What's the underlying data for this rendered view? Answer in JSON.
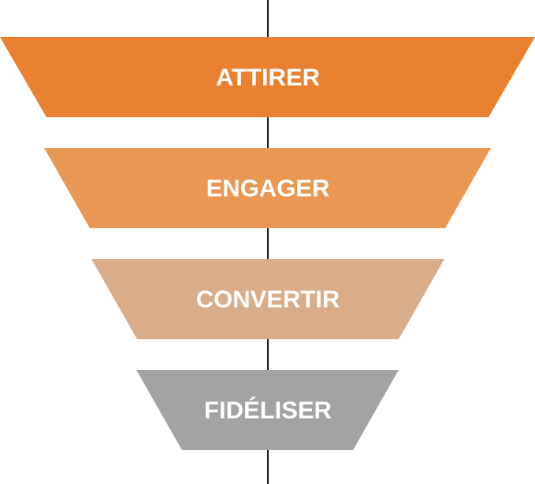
{
  "funnel": {
    "stages": [
      {
        "label": "ATTIRER",
        "color": "#E98131"
      },
      {
        "label": "ENGAGER",
        "color": "#EB9754"
      },
      {
        "label": "CONVERTIR",
        "color": "#D9AD8A"
      },
      {
        "label": "FIDÉLISER",
        "color": "#A3A3A3"
      }
    ],
    "axis_color": "#1a1a1a"
  }
}
